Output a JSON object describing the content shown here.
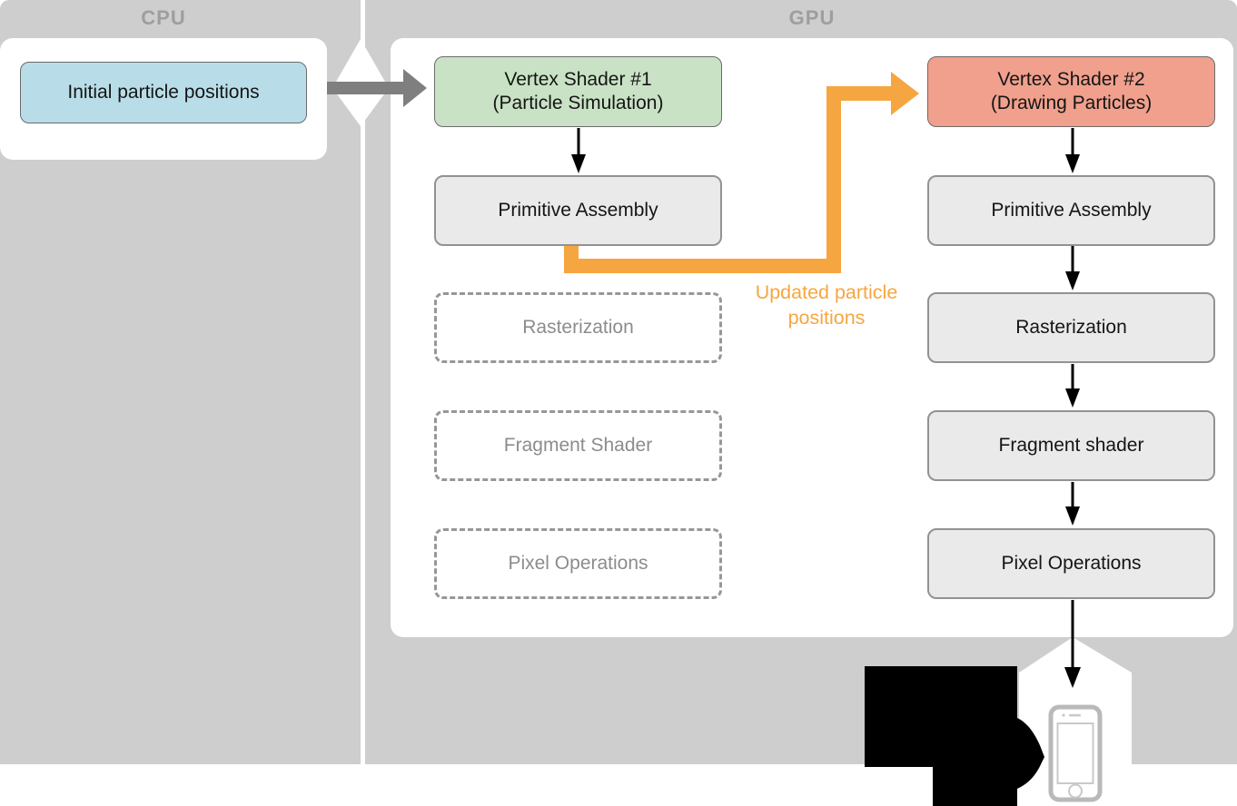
{
  "cpu": {
    "title": "CPU",
    "box_label": "Initial particle positions"
  },
  "gpu": {
    "title": "GPU",
    "pipeline1": {
      "vertex_shader_line1": "Vertex Shader #1",
      "vertex_shader_line2": "(Particle Simulation)",
      "stages": [
        {
          "label": "Primitive Assembly",
          "style": "solid"
        },
        {
          "label": "Rasterization",
          "style": "dashed"
        },
        {
          "label": "Fragment Shader",
          "style": "dashed"
        },
        {
          "label": "Pixel Operations",
          "style": "dashed"
        }
      ]
    },
    "pipeline2": {
      "vertex_shader_line1": "Vertex Shader #2",
      "vertex_shader_line2": "(Drawing Particles)",
      "stages": [
        {
          "label": "Primitive Assembly",
          "style": "solid"
        },
        {
          "label": "Rasterization",
          "style": "solid"
        },
        {
          "label": "Fragment shader",
          "style": "solid"
        },
        {
          "label": "Pixel Operations",
          "style": "solid"
        }
      ]
    },
    "feedback_line1": "Updated particle",
    "feedback_line2": "positions"
  },
  "icons": {
    "phone": "iphone-icon",
    "cpu_to_gpu_arrow": "right-arrow-icon",
    "feedback_arrow": "orange-elbow-arrow-icon"
  },
  "colors": {
    "background_gray": "#cecece",
    "panel_white": "#ffffff",
    "cpu_box_fill": "#b8dde8",
    "vertex_shader_1_fill": "#c9e2c5",
    "vertex_shader_2_fill": "#f0a08c",
    "stage_box_fill": "#e9eae9",
    "dashed_border": "#979797",
    "feedback_orange": "#f6a640",
    "section_label_gray": "#9e9e9e",
    "transfer_arrow_gray": "#7f7f7f",
    "black_shape": "#000000"
  }
}
